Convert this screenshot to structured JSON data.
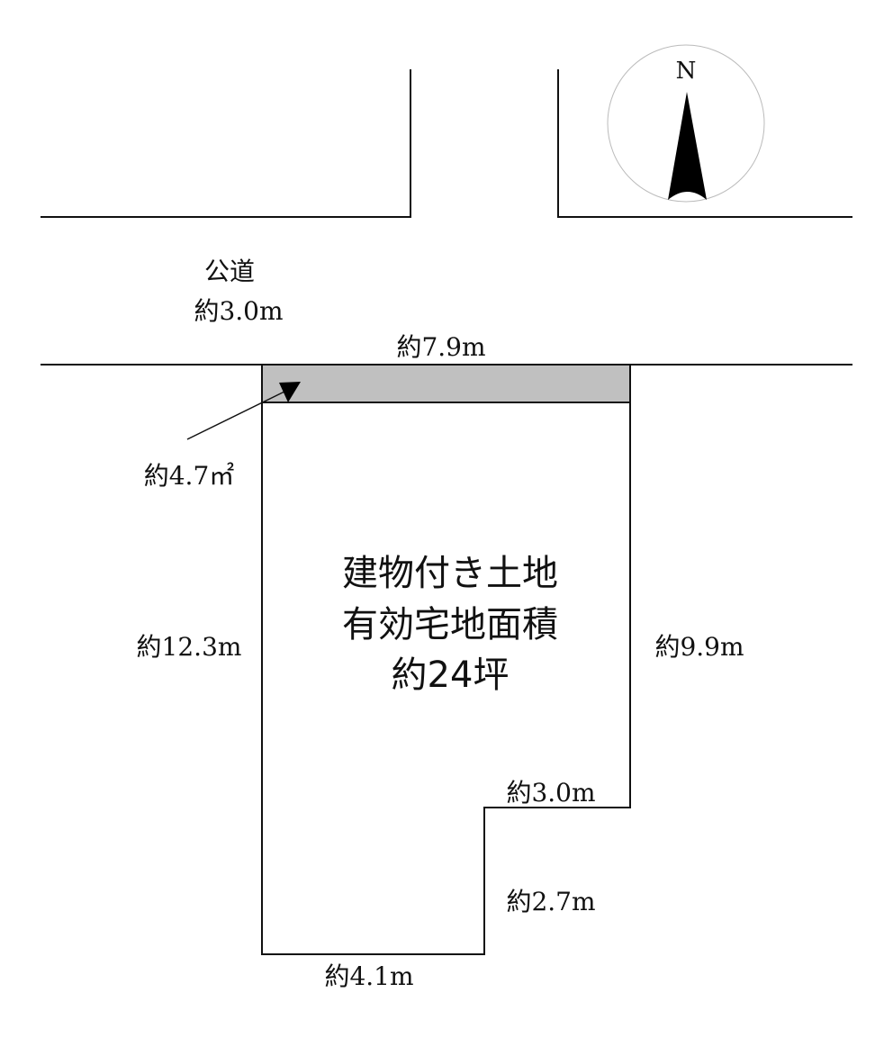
{
  "compass": {
    "north_label": "N"
  },
  "road": {
    "label": "公道",
    "width": "約3.0m"
  },
  "dimensions": {
    "frontage": "約7.9m",
    "setback_area": "約4.7㎡",
    "left_side": "約12.3m",
    "right_side": "約9.9m",
    "notch_horizontal": "約3.0m",
    "notch_vertical": "約2.7m",
    "bottom": "約4.1m"
  },
  "plot": {
    "title_lines": [
      "建物付き土地",
      "有効宅地面積",
      "約24坪"
    ]
  },
  "colors": {
    "setback_fill": "#c0c0c0",
    "line": "#111111",
    "compass_circle": "#bbbbbb"
  }
}
